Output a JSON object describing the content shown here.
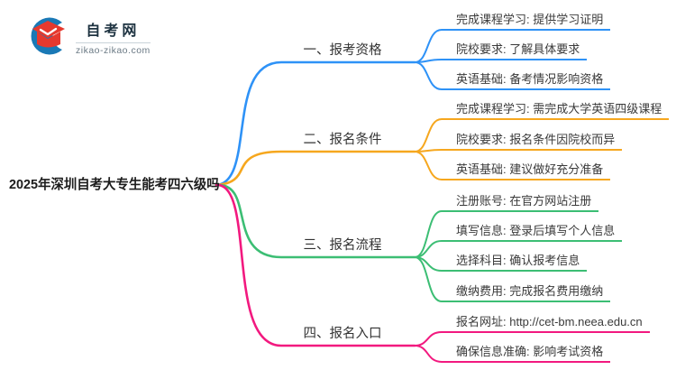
{
  "logo": {
    "title": "自考网",
    "domain": "zikao-zikao.com",
    "icon": "graduation-cap-crescent-logo",
    "colors": {
      "crescent": "#1a79b6",
      "cap": "#e6392e"
    }
  },
  "central_topic": "2025年深圳自考大专生能考四六级吗",
  "branches": [
    {
      "label": "一、报考资格",
      "color": "#2e92f7",
      "children": [
        "完成课程学习: 提供学习证明",
        "院校要求: 了解具体要求",
        "英语基础: 备考情况影响资格"
      ]
    },
    {
      "label": "二、报名条件",
      "color": "#f6a71e",
      "children": [
        "完成课程学习: 需完成大学英语四级课程",
        "院校要求: 报名条件因院校而异",
        "英语基础: 建议做好充分准备"
      ]
    },
    {
      "label": "三、报名流程",
      "color": "#3cbe74",
      "children": [
        "注册账号: 在官方网站注册",
        "填写信息: 登录后填写个人信息",
        "选择科目: 确认报考信息",
        "缴纳费用: 完成报名费用缴纳"
      ]
    },
    {
      "label": "四、报名入口",
      "color": "#f2197f",
      "children": [
        "报名网址: http://cet-bm.neea.edu.cn",
        "确保信息准确: 影响考试资格"
      ]
    }
  ]
}
